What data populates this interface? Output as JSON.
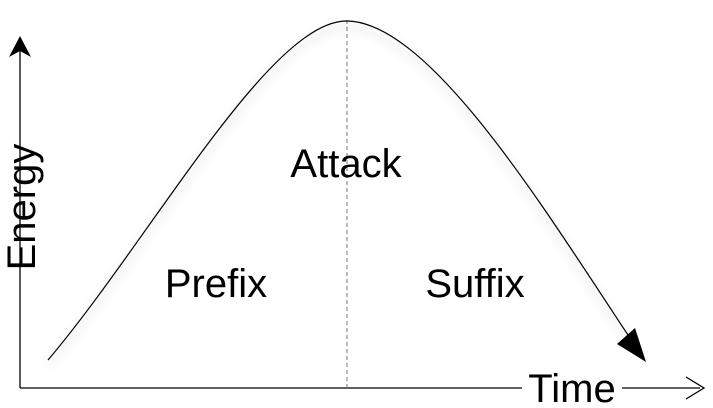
{
  "diagram": {
    "y_axis_label": "Energy",
    "x_axis_label": "Time",
    "phases": {
      "attack": "Attack",
      "prefix": "Prefix",
      "suffix": "Suffix"
    },
    "colors": {
      "line": "#000000",
      "background": "#ffffff"
    }
  }
}
